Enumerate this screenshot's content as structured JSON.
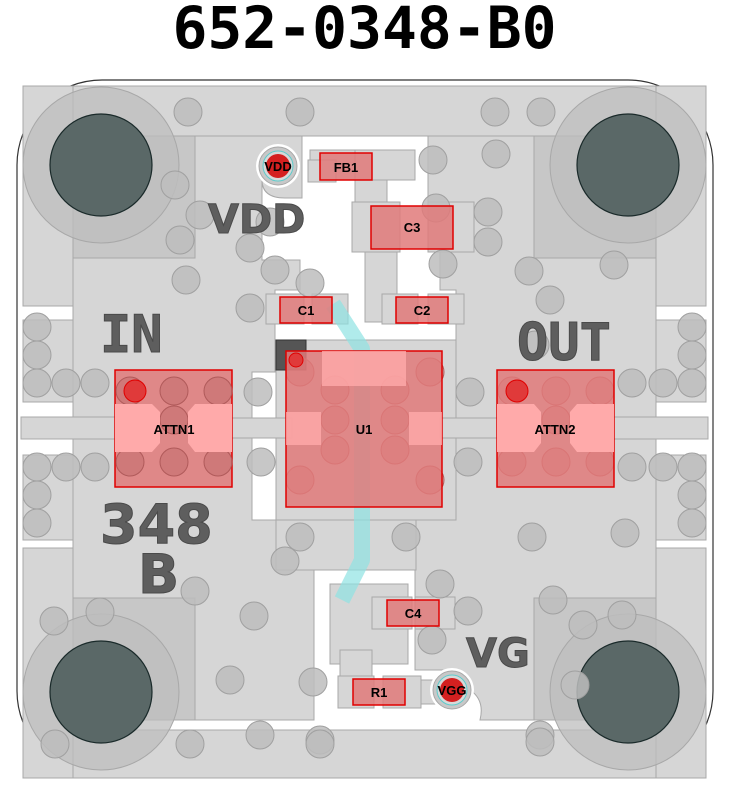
{
  "title": "652-0348-B0",
  "silkscreen": {
    "vdd": "VDD",
    "in": "IN",
    "out": "OUT",
    "part": "348",
    "rev": "B",
    "vg": "VG"
  },
  "components": {
    "vdd_pad": "VDD",
    "vgg_pad": "VGG",
    "fb1": "FB1",
    "c1": "C1",
    "c2": "C2",
    "c3": "C3",
    "c4": "C4",
    "r1": "R1",
    "u1": "U1",
    "attn1": "ATTN1",
    "attn2": "ATTN2"
  },
  "colors": {
    "board": "#d6d6d6",
    "via": "#bdbdbd",
    "mounting_hole": "#5a6867",
    "component_fill": "#e07a7a",
    "component_outline": "#e00000",
    "trace": "#8fe3e3",
    "silkscreen": "#5e5e5e"
  }
}
